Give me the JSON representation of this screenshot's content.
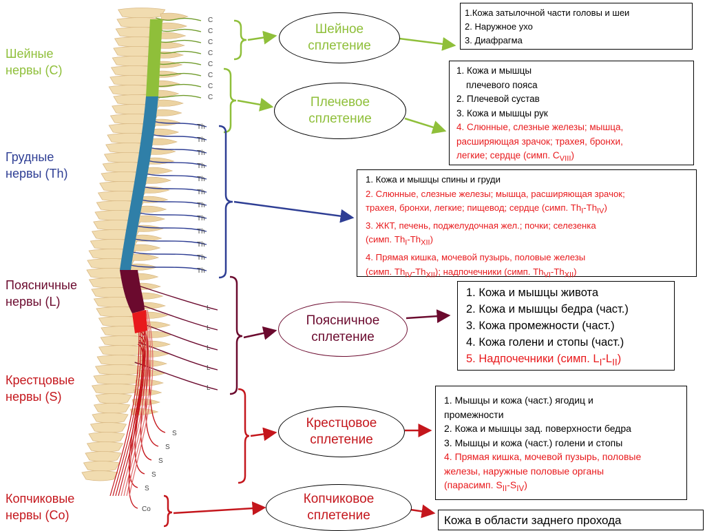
{
  "colors": {
    "cervical": "#8fbf3a",
    "thoracic": "#2e3e94",
    "lumbar": "#6b0a2e",
    "sacral": "#c4161c",
    "red_text": "#e8191c"
  },
  "categories": [
    {
      "id": "cervical",
      "lines": [
        "Шейные",
        "нервы (С)"
      ]
    },
    {
      "id": "thoracic",
      "lines": [
        "Грудные",
        "нервы (Th)"
      ]
    },
    {
      "id": "lumbar",
      "lines": [
        "Поясничные",
        "нервы (L)"
      ]
    },
    {
      "id": "sacral",
      "lines": [
        "Крестцовые",
        "нервы (S)"
      ]
    },
    {
      "id": "coccygeal",
      "lines": [
        "Копчиковые",
        "нервы (Со)"
      ]
    }
  ],
  "plexuses": [
    {
      "id": "cervical",
      "lines": [
        "Шейное",
        "сплетение"
      ]
    },
    {
      "id": "brachial",
      "lines": [
        "Плечевое",
        "сплетение"
      ]
    },
    {
      "id": "lumbar",
      "lines": [
        "Поясничное",
        "сплетение"
      ]
    },
    {
      "id": "sacral",
      "lines": [
        "Крестцовое",
        "сплетение"
      ]
    },
    {
      "id": "coccygeal",
      "lines": [
        "Копчиковое",
        "сплетение"
      ]
    }
  ],
  "boxes": {
    "cervical": [
      {
        "t": "1.Кожа затылочной части головы и шеи"
      },
      {
        "t": "2. Наружное ухо"
      },
      {
        "t": "3. Диафрагма"
      }
    ],
    "brachial": [
      {
        "t": "1. Кожа и мышцы"
      },
      {
        "t": "плечевого пояса"
      },
      {
        "t": "2. Плечевой сустав"
      },
      {
        "t": "3. Кожа и мышцы рук"
      },
      {
        "t": "4. Слюнные, слезные железы; мышца,",
        "red": true
      },
      {
        "t": "расширяющая зрачок; трахея, бронхи,",
        "red": true
      },
      {
        "t": "легкие; сердце (симп. С",
        "sub": "VIII",
        "tail": ")",
        "red": true
      }
    ],
    "thoracic": [
      {
        "t": "1. Кожа и мышцы спины и груди"
      },
      {
        "t": "2. Слюнные, слезные железы; мышца, расширяющая зрачок;",
        "red": true
      },
      {
        "t": "трахея, бронхи, легкие; пищевод; сердце (симп. Th",
        "sub": "I",
        "mid": "-Th",
        "sub2": "IV",
        "tail": ")"
      },
      {
        "t": "3. ЖКТ, печень, поджелудочная жел.; почки; селезенка",
        "red": true
      },
      {
        "t": "(симп. Th",
        "sub": "I",
        "mid": "-Th",
        "sub2": "XII",
        "tail": ")"
      },
      {
        "t": "4. Прямая кишка, мочевой пузырь, половые железы",
        "red": true
      },
      {
        "t": "(симп. Th",
        "sub": "IV",
        "mid": "-Th",
        "sub2": "XII",
        "tail": "); надпочечники (симп. Th",
        "sub3": "VI",
        "mid2": "-Th",
        "sub4": "XII",
        "tail2": ")"
      }
    ],
    "lumbar": [
      {
        "t": "1. Кожа и мышцы живота"
      },
      {
        "t": "2. Кожа и мышцы бедра (част.)"
      },
      {
        "t": "3. Кожа промежности (част.)"
      },
      {
        "t": "4. Кожа голени и стопы (част.)"
      },
      {
        "t": "5. Надпочечники (симп. L",
        "sub": "I",
        "mid": "-L",
        "sub2": "II",
        "tail": ")",
        "red": true
      }
    ],
    "sacral": [
      {
        "t": "1. Мышцы и кожа (част.) ягодиц и"
      },
      {
        "t": "промежности"
      },
      {
        "t": "2. Кожа и мышцы зад. поверхности бедра"
      },
      {
        "t": "3. Мышцы и кожа (част.) голени и стопы"
      },
      {
        "t": "4. Прямая кишка, мочевой пузырь, половые",
        "red": true
      },
      {
        "t": "железы, наружные половые органы",
        "red": true
      },
      {
        "t": "(парасимп. S",
        "sub": "II",
        "mid": "-S",
        "sub2": "IV",
        "tail": ")",
        "red": true
      }
    ],
    "coccygeal": [
      {
        "t": "Кожа в области заднего прохода"
      }
    ]
  },
  "spine_labels": {
    "C": [
      "C",
      "C",
      "C",
      "C",
      "C",
      "C",
      "C",
      "C"
    ],
    "Th": [
      "Th",
      "Th",
      "Th",
      "Th",
      "Th",
      "Th",
      "Th",
      "Th",
      "Th",
      "Th",
      "Th",
      "Th"
    ],
    "L": [
      "L",
      "L",
      "L",
      "L",
      "L"
    ],
    "S": [
      "S",
      "S",
      "S",
      "S",
      "S"
    ],
    "Co": [
      "Co"
    ]
  }
}
